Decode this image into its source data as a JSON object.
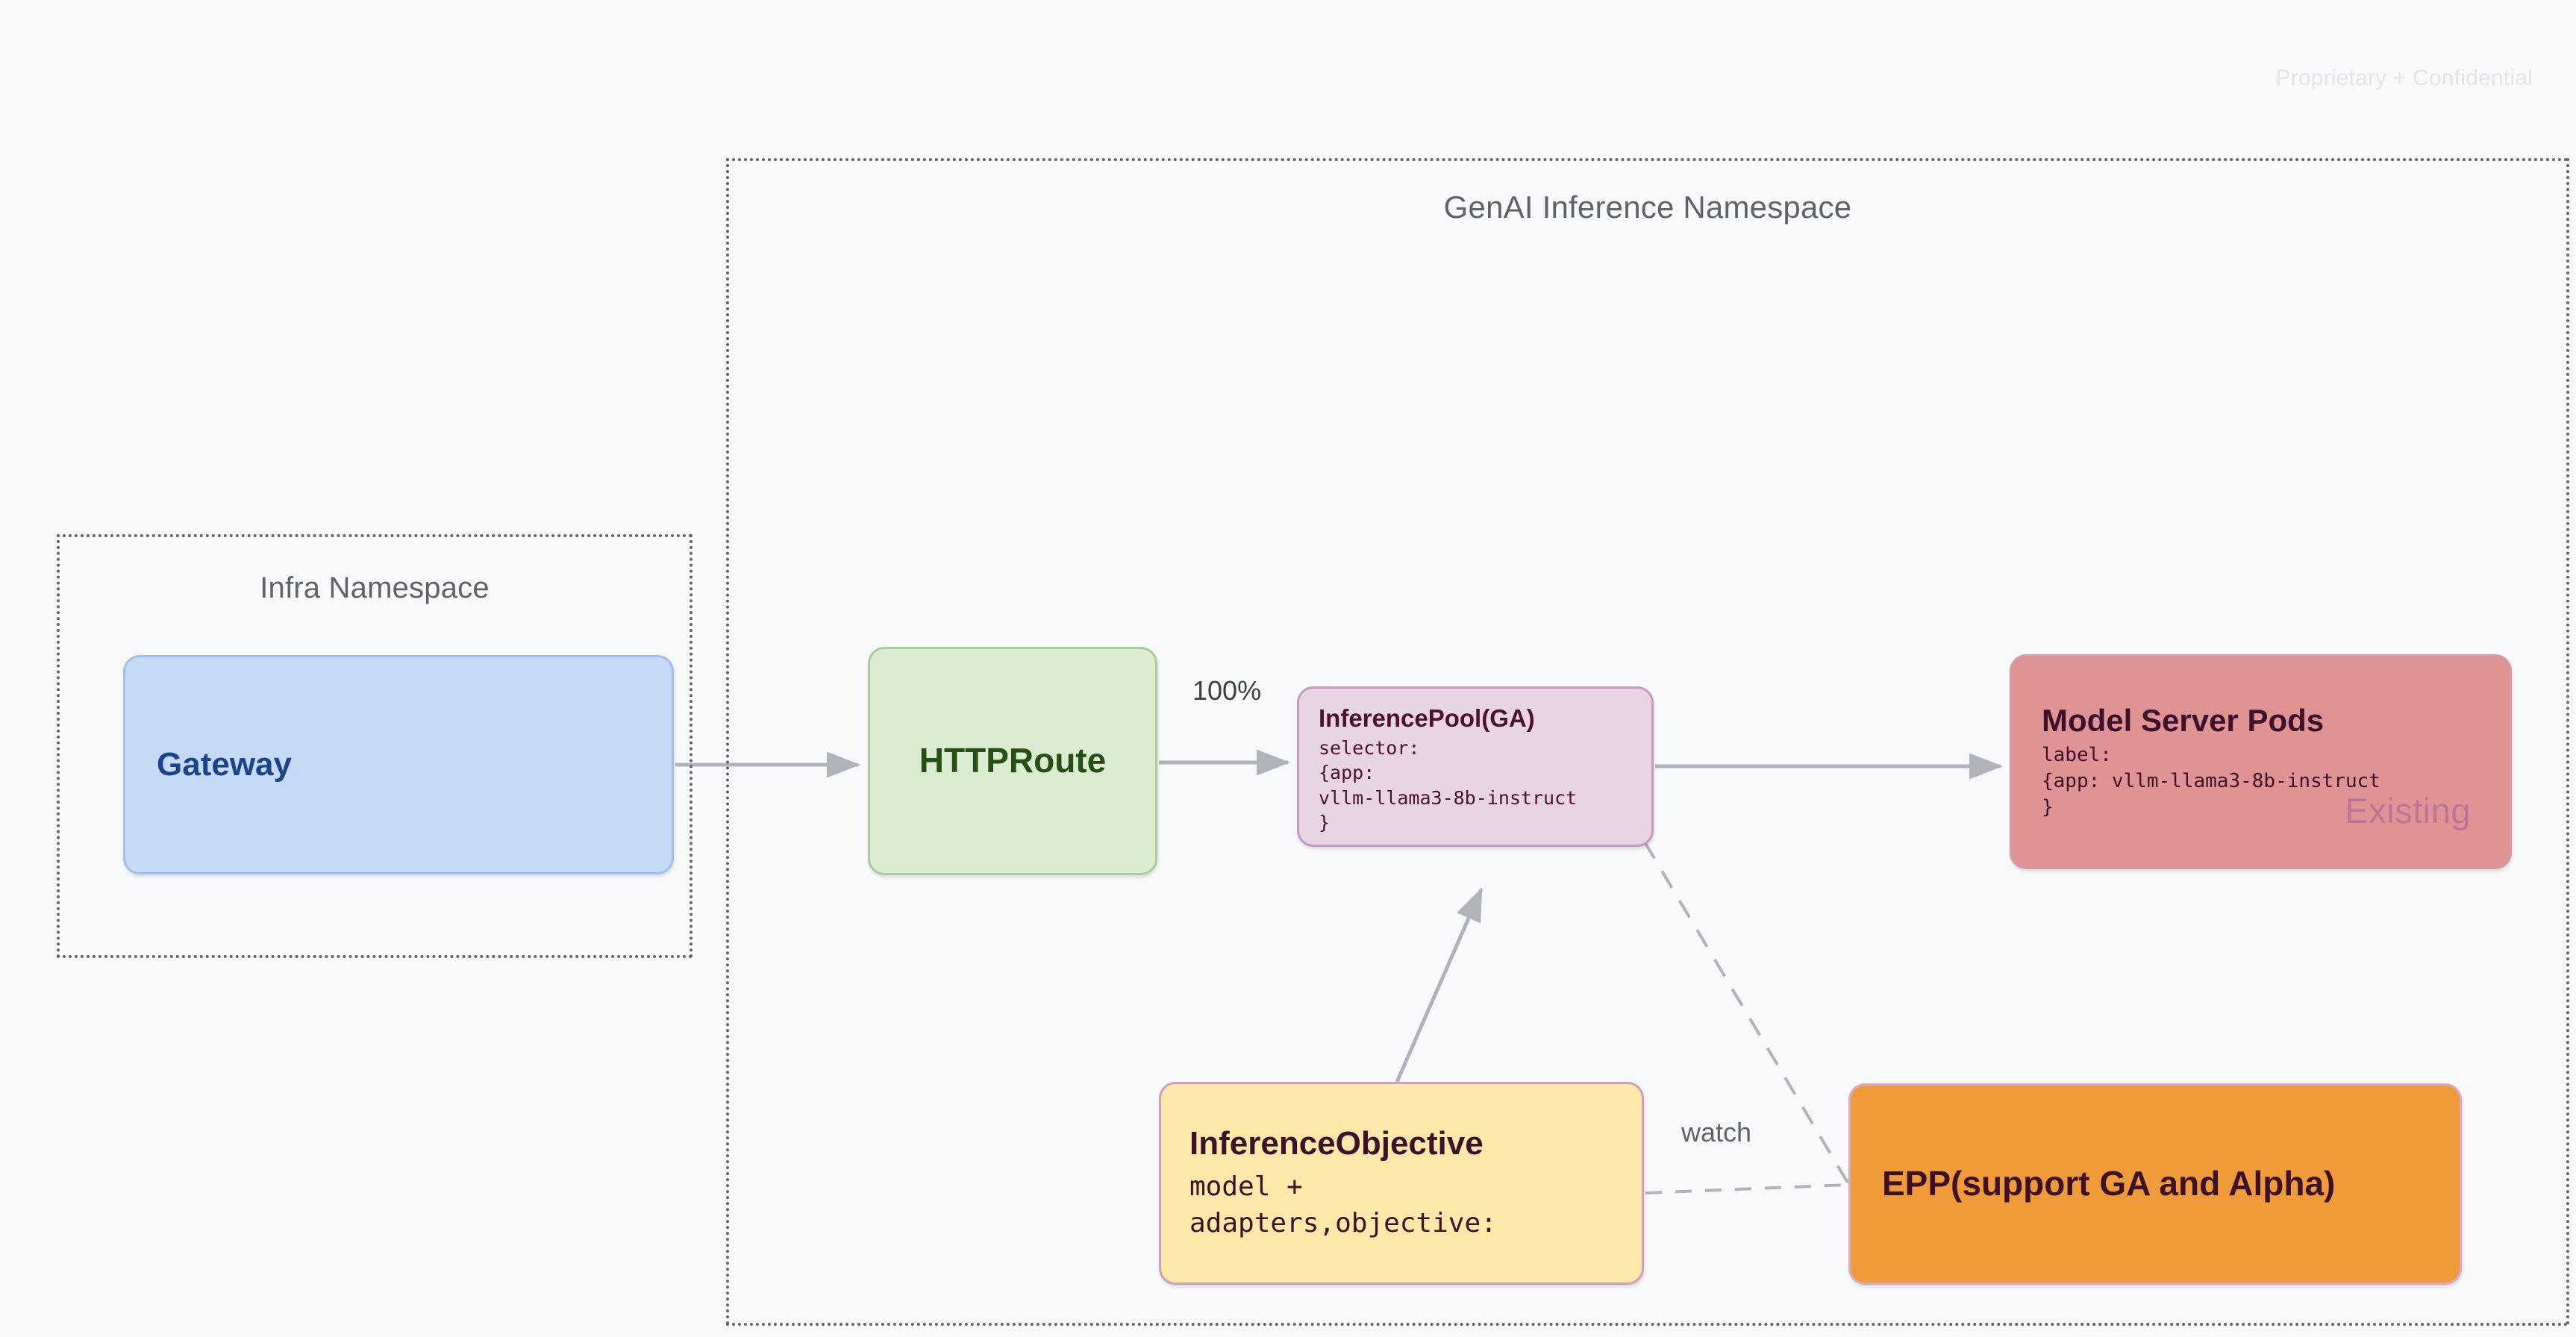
{
  "page": {
    "confidentiality_watermark": "Proprietary + Confidential",
    "background_color": "#f8f9fb"
  },
  "namespaces": [
    {
      "id": "genai",
      "title": "GenAI Inference Namespace",
      "border_style": "dotted",
      "border_color": "#5f6368"
    },
    {
      "id": "infra",
      "title": "Infra Namespace",
      "border_style": "dotted",
      "border_color": "#5f6368"
    }
  ],
  "nodes": {
    "gateway": {
      "title": "Gateway",
      "fill": "#c6d9f6",
      "border": "#a3c0ea",
      "text_color": "#1c4587"
    },
    "httproute": {
      "title": "HTTPRoute",
      "fill": "#dcecd2",
      "border": "#a8cd99",
      "text_color": "#274e13"
    },
    "inferencepool": {
      "title": "InferencePool(GA)",
      "body": "selector:\n{app:\nvllm-llama3-8b-instruct\n}",
      "fill": "#e8d5e3",
      "border": "#c49ac0",
      "text_color": "#4c1130"
    },
    "modelserverpods": {
      "title": "Model Server Pods",
      "body": "label:\n{app: vllm-llama3-8b-instruct\n}",
      "stamp": "Existing",
      "fill": "#e09394",
      "border": "#d39aa8",
      "text_color": "#3d1129"
    },
    "inferenceobjective": {
      "title": "InferenceObjective",
      "body": "model +\nadapters,objective:",
      "fill": "#fce9a9",
      "border": "#cf9fc2",
      "text_color": "#3d1129"
    },
    "epp": {
      "title": "EPP(support GA and Alpha)",
      "fill": "#ef9b3a",
      "border": "#d9a9c9",
      "text_color": "#3d1129"
    }
  },
  "edges": [
    {
      "id": "gateway-to-httproute",
      "from": "gateway",
      "to": "httproute",
      "label": "",
      "style": "solid",
      "arrow": true
    },
    {
      "id": "httproute-to-inferencepool",
      "from": "httproute",
      "to": "inferencepool",
      "label": "100%",
      "style": "solid",
      "arrow": true
    },
    {
      "id": "inferencepool-to-modelserverpods",
      "from": "inferencepool",
      "to": "modelserverpods",
      "label": "",
      "style": "solid",
      "arrow": true
    },
    {
      "id": "inferenceobjective-to-inferencepool",
      "from": "inferenceobjective",
      "to": "inferencepool",
      "label": "",
      "style": "solid",
      "arrow": true
    },
    {
      "id": "epp-to-inferencepool",
      "from": "epp",
      "to": "inferencepool",
      "label": "",
      "style": "dashed",
      "arrow": false
    },
    {
      "id": "inferenceobjective-to-epp",
      "from": "inferenceobjective",
      "to": "epp",
      "label": "watch",
      "style": "dashed",
      "arrow": false
    }
  ],
  "edge_labels": {
    "traffic_weight": "100%",
    "watch": "watch"
  },
  "colors": {
    "edge_stroke": "#b0b3b8",
    "namespace_border": "#5f6368",
    "watermark": "#e3e5e8"
  }
}
